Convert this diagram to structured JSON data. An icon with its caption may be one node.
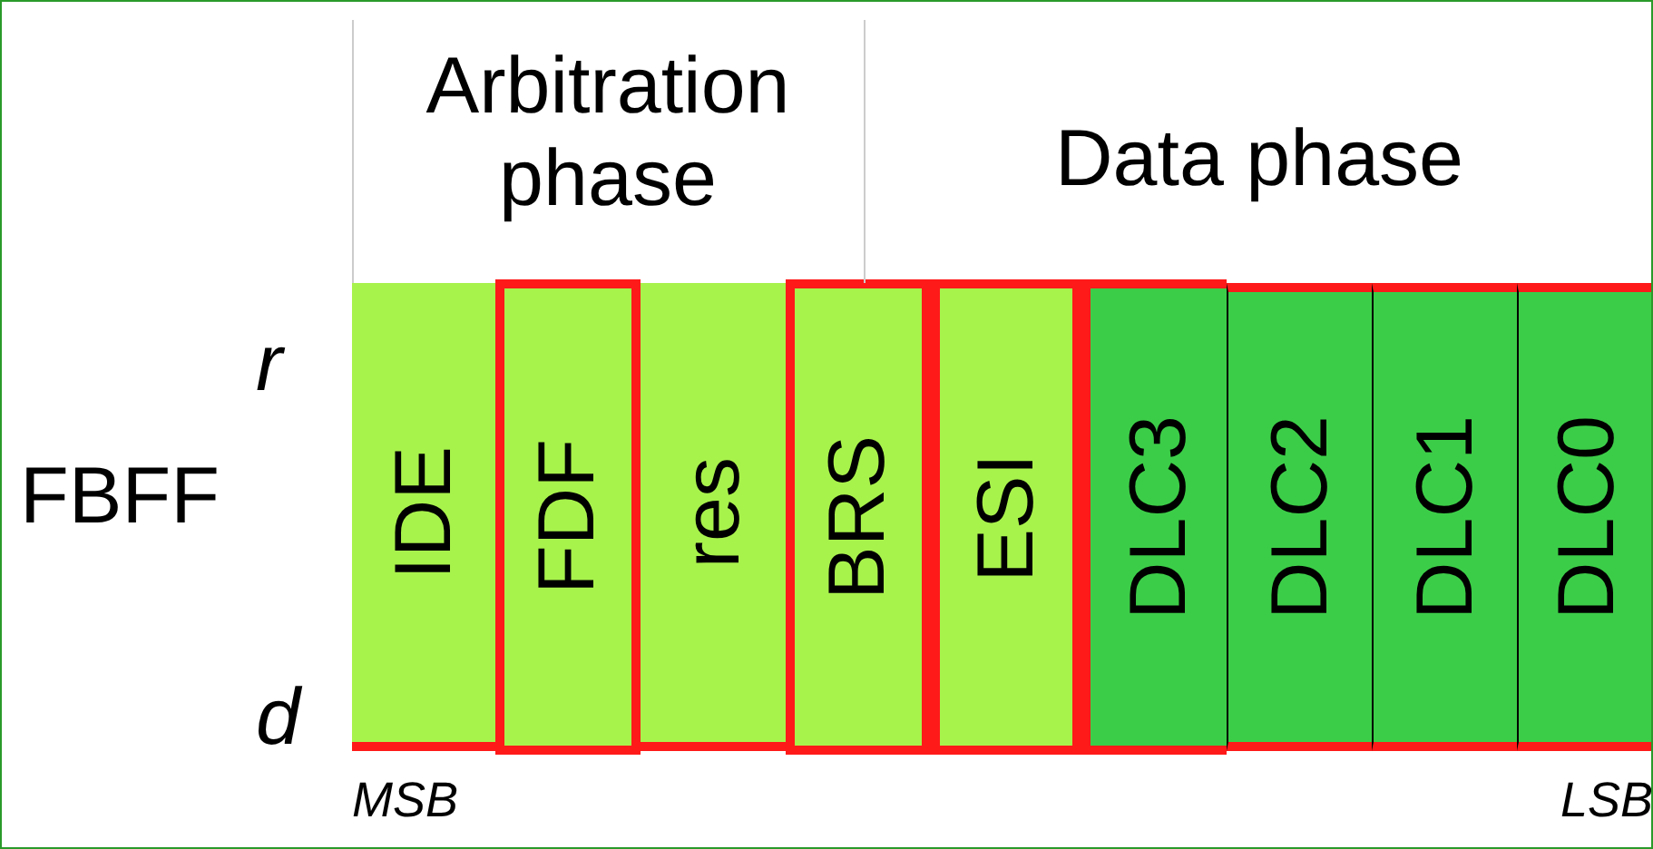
{
  "diagram": {
    "nodes": [
      {
        "text": [
          "IDE"
        ]
      },
      {
        "text": [
          "FDF"
        ]
      },
      {
        "text": [
          "res"
        ]
      },
      {
        "text": [
          "BRS"
        ]
      },
      {
        "text": [
          "ESI"
        ]
      },
      {
        "text": [
          "DLC3"
        ]
      },
      {
        "text": [
          "DLC2"
        ]
      },
      {
        "text": [
          "DLC1"
        ]
      },
      {
        "text": [
          "DLC0"
        ]
      }
    ],
    "labels": [
      "Arbitration phase",
      "Data phase",
      "r",
      "FBFF",
      "d",
      "MSB",
      "LSB"
    ]
  }
}
